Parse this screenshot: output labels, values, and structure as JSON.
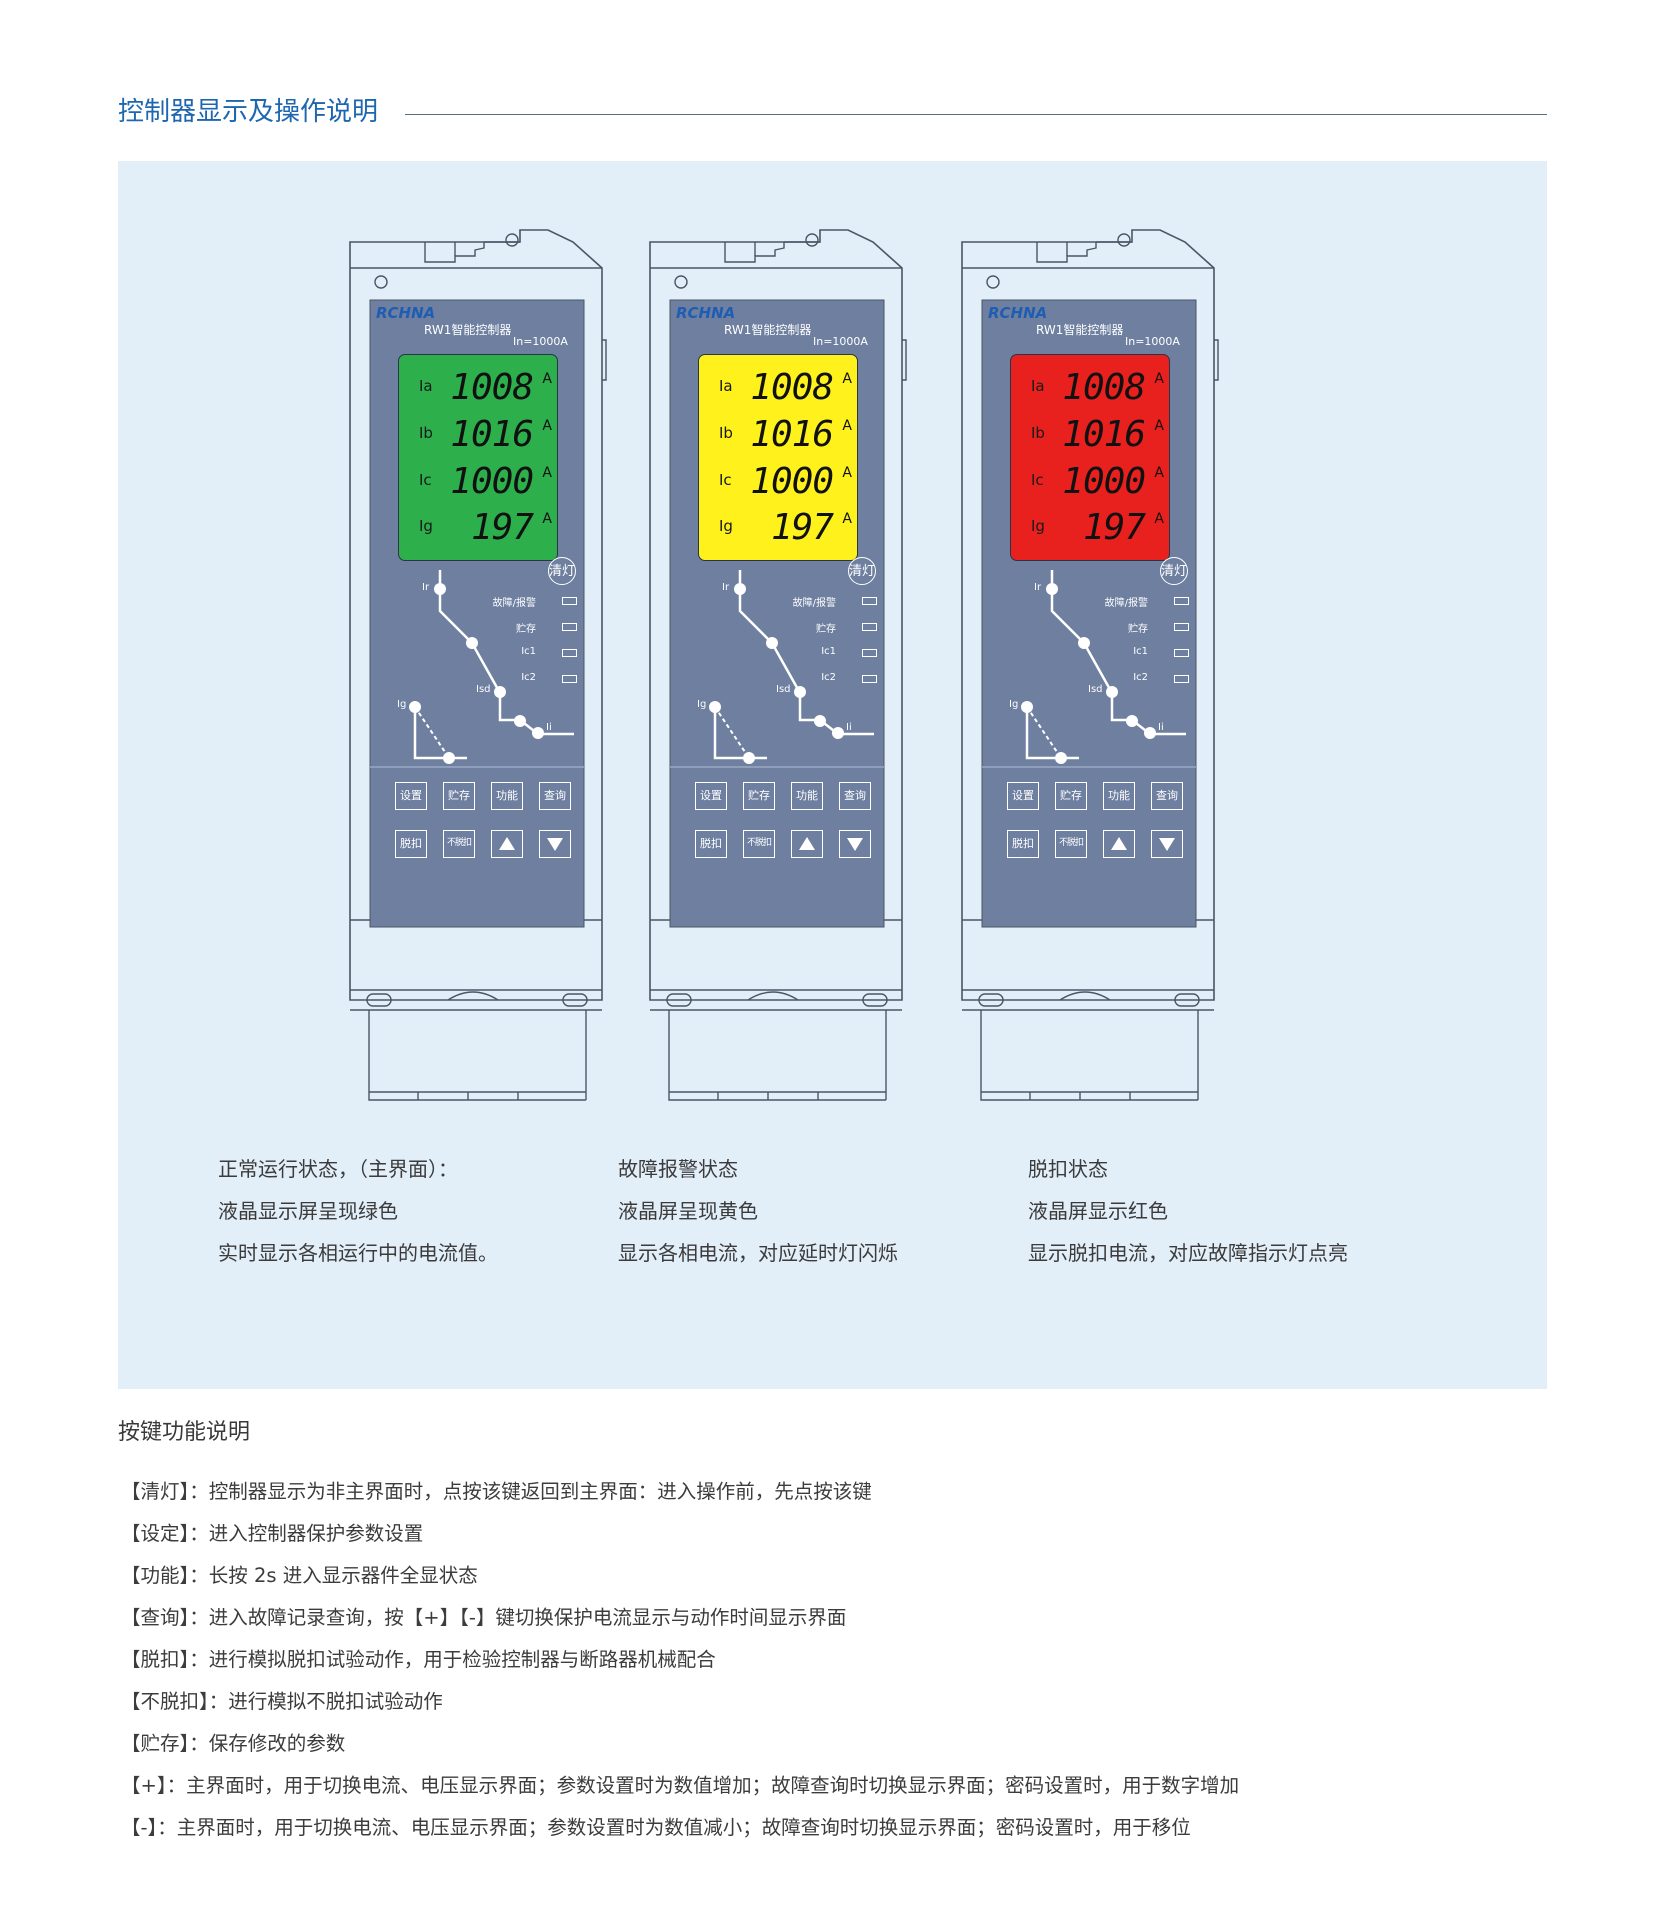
{
  "section": {
    "title": "控制器显示及操作说明"
  },
  "devices": [
    {
      "brand": "RCHNA",
      "model": "RW1智能控制器",
      "rating": "In=1000A",
      "lcd_color": "#2db04c",
      "readings": [
        {
          "phase": "Ia",
          "value": "1008",
          "unit": "A"
        },
        {
          "phase": "Ib",
          "value": "1016",
          "unit": "A"
        },
        {
          "phase": "Ic",
          "value": "1000",
          "unit": "A"
        },
        {
          "phase": "Ig",
          "value": "197",
          "unit": "A"
        }
      ],
      "clear_label": "清灯",
      "indicators": [
        "故障/报警",
        "贮存",
        "Ic1",
        "Ic2"
      ],
      "curve_labels": {
        "ir": "Ir",
        "isd": "Isd",
        "ii": "Ii",
        "ig": "Ig"
      },
      "buttons_row1": [
        "设置",
        "贮存",
        "功能",
        "查询"
      ],
      "buttons_row2": [
        "脱扣",
        "不脱扣"
      ],
      "caption": [
        "正常运行状态，（主界面）：",
        "液晶显示屏呈现绿色",
        "实时显示各相运行中的电流值。"
      ]
    },
    {
      "brand": "RCHNA",
      "model": "RW1智能控制器",
      "rating": "In=1000A",
      "lcd_color": "#fff21c",
      "readings": [
        {
          "phase": "Ia",
          "value": "1008",
          "unit": "A"
        },
        {
          "phase": "Ib",
          "value": "1016",
          "unit": "A"
        },
        {
          "phase": "Ic",
          "value": "1000",
          "unit": "A"
        },
        {
          "phase": "Ig",
          "value": "197",
          "unit": "A"
        }
      ],
      "clear_label": "清灯",
      "indicators": [
        "故障/报警",
        "贮存",
        "Ic1",
        "Ic2"
      ],
      "curve_labels": {
        "ir": "Ir",
        "isd": "Isd",
        "ii": "Ii",
        "ig": "Ig"
      },
      "buttons_row1": [
        "设置",
        "贮存",
        "功能",
        "查询"
      ],
      "buttons_row2": [
        "脱扣",
        "不脱扣"
      ],
      "caption": [
        "故障报警状态",
        "液晶屏呈现黄色",
        "显示各相电流，对应延时灯闪烁"
      ]
    },
    {
      "brand": "RCHNA",
      "model": "RW1智能控制器",
      "rating": "In=1000A",
      "lcd_color": "#e8211f",
      "readings": [
        {
          "phase": "Ia",
          "value": "1008",
          "unit": "A"
        },
        {
          "phase": "Ib",
          "value": "1016",
          "unit": "A"
        },
        {
          "phase": "Ic",
          "value": "1000",
          "unit": "A"
        },
        {
          "phase": "Ig",
          "value": "197",
          "unit": "A"
        }
      ],
      "clear_label": "清灯",
      "indicators": [
        "故障/报警",
        "贮存",
        "Ic1",
        "Ic2"
      ],
      "curve_labels": {
        "ir": "Ir",
        "isd": "Isd",
        "ii": "Ii",
        "ig": "Ig"
      },
      "buttons_row1": [
        "设置",
        "贮存",
        "功能",
        "查询"
      ],
      "buttons_row2": [
        "脱扣",
        "不脱扣"
      ],
      "caption": [
        "脱扣状态",
        "液晶屏显示红色",
        "显示脱扣电流，对应故障指示灯点亮"
      ]
    }
  ],
  "key_functions": {
    "title": "按键功能说明",
    "items": [
      "【清灯】：控制器显示为非主界面时，点按该键返回到主界面：进入操作前，先点按该键",
      "【设定】：进入控制器保护参数设置",
      "【功能】：长按 2s 进入显示器件全显状态",
      "【查询】：进入故障记录查询，按【+】【-】键切换保护电流显示与动作时间显示界面",
      "【脱扣】：进行模拟脱扣试验动作，用于检验控制器与断路器机械配合",
      "【不脱扣】：进行模拟不脱扣试验动作",
      "【贮存】：保存修改的参数",
      "【+】：主界面时，用于切换电流、电压显示界面；参数设置时为数值增加；故障查询时切换显示界面；密码设置时，用于数字增加",
      "【-】：主界面时，用于切换电流、电压显示界面；参数设置时为数值减小；故障查询时切换显示界面；密码设置时，用于移位"
    ]
  },
  "colors": {
    "accent": "#1e67b0",
    "panel_bg": "#e2eef8",
    "device_face": "#6e7fa0"
  }
}
